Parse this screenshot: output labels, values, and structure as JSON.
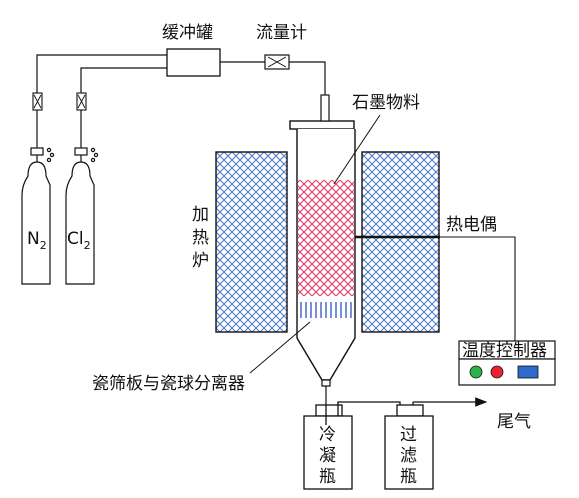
{
  "labels": {
    "buffer_tank": "缓冲罐",
    "flowmeter": "流量计",
    "graphite": "石墨物料",
    "furnace": [
      "加",
      "热",
      "炉"
    ],
    "thermocouple": "热电偶",
    "controller": "温度控制器",
    "sieve": "瓷筛板与瓷球分离器",
    "tail_gas": "尾气",
    "condenser": [
      "冷",
      "凝",
      "瓶"
    ],
    "filter": [
      "过",
      "滤",
      "瓶"
    ],
    "n2_main": "N",
    "n2_sub": "2",
    "cl2_main": "Cl",
    "cl2_sub": "2"
  },
  "colors": {
    "furnace_mesh": "#4a77c9",
    "graphite_mesh": "#e23a6a",
    "sieve": "#3b5fc7",
    "light_green": "#2db34a",
    "light_red": "#e8232d",
    "light_blue": "#2f6cc9"
  },
  "icons": [
    "valve-icon",
    "gas-cylinder-icon",
    "indicator-light-icon",
    "arrow-right-icon"
  ]
}
